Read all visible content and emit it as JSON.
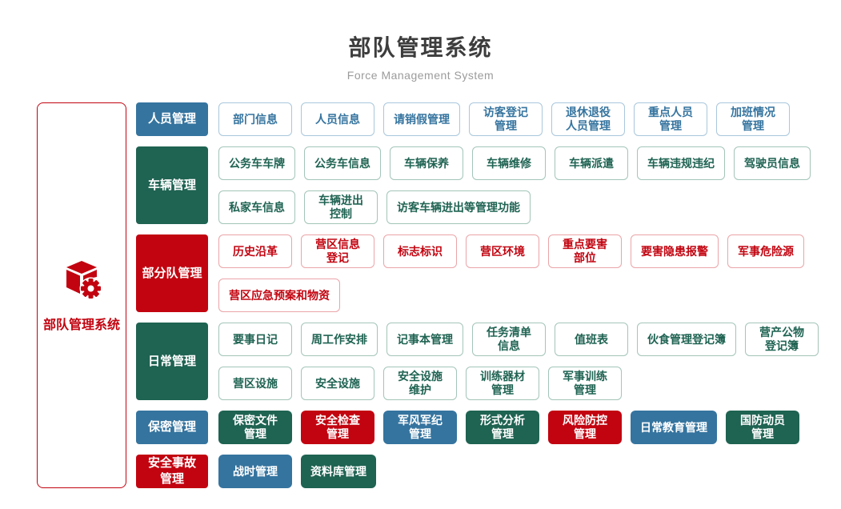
{
  "page": {
    "title": "部队管理系统",
    "subtitle": "Force Management System"
  },
  "root": {
    "label": "部队管理系统",
    "icon": "cube-gear-icon"
  },
  "colors": {
    "blue": "#35749f",
    "green": "#1f6352",
    "red": "#c20410",
    "blue_border": "#a9c7dc",
    "green_border": "#a3c5b8",
    "red_border": "#eba4a8",
    "title_text": "#3d3d3d",
    "subtitle_text": "#9b9b9b"
  },
  "groups": [
    {
      "id": "personnel-management",
      "label": "人员管理",
      "color": "blue",
      "item_style": "outline",
      "rows": [
        [
          "部门信息",
          "人员信息",
          "请销假管理",
          "访客登记\n管理",
          "退休退役\n人员管理",
          "重点人员\n管理",
          "加班情况\n管理"
        ]
      ]
    },
    {
      "id": "vehicle-management",
      "label": "车辆管理",
      "color": "green",
      "item_style": "outline",
      "rows": [
        [
          "公务车车牌",
          "公务车信息",
          "车辆保养",
          "车辆维修",
          "车辆派遣",
          "车辆违规违纪",
          "驾驶员信息"
        ],
        [
          "私家车信息",
          "车辆进出\n控制",
          "访客车辆进出等管理功能"
        ]
      ]
    },
    {
      "id": "subunit-management",
      "label": "部分队管理",
      "color": "red",
      "item_style": "outline",
      "rows": [
        [
          "历史沿革",
          "营区信息\n登记",
          "标志标识",
          "营区环境",
          "重点要害\n部位",
          "要害隐患报警",
          "军事危险源"
        ],
        [
          "营区应急预案和物资"
        ]
      ]
    },
    {
      "id": "daily-management",
      "label": "日常管理",
      "color": "green",
      "item_style": "outline",
      "rows": [
        [
          "要事日记",
          "周工作安排",
          "记事本管理",
          "任务清单\n信息",
          "值班表",
          "伙食管理登记簿",
          "营产公物\n登记簿"
        ],
        [
          "营区设施",
          "安全设施",
          "安全设施\n维护",
          "训练器材\n管理",
          "军事训练\n管理"
        ]
      ]
    },
    {
      "id": "secrecy-management",
      "label": "保密管理",
      "color": "blue",
      "item_style": "solid",
      "rows": [
        [
          {
            "label": "保密文件\n管理",
            "color": "green"
          },
          {
            "label": "安全检查\n管理",
            "color": "red"
          },
          {
            "label": "军风军纪\n管理",
            "color": "blue"
          },
          {
            "label": "形式分析\n管理",
            "color": "green"
          },
          {
            "label": "风险防控\n管理",
            "color": "red"
          },
          {
            "label": "日常教育管理",
            "color": "blue"
          },
          {
            "label": "国防动员\n管理",
            "color": "green"
          }
        ]
      ]
    },
    {
      "id": "safety-accident-management",
      "label": "安全事故\n管理",
      "color": "red",
      "item_style": "solid",
      "rows": [
        [
          {
            "label": "战时管理",
            "color": "blue"
          },
          {
            "label": "资料库管理",
            "color": "green"
          }
        ]
      ]
    }
  ]
}
